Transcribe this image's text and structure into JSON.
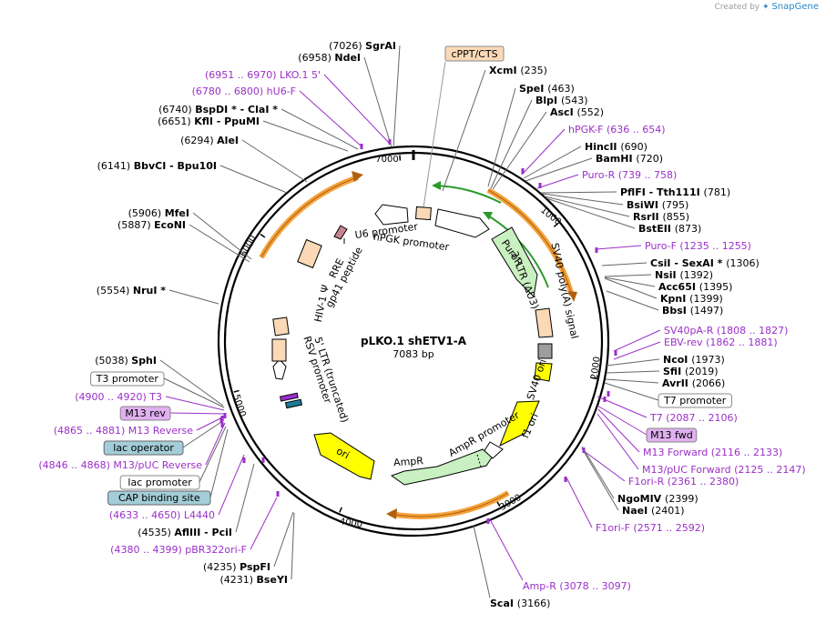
{
  "creator": {
    "prefix": "Created by",
    "brand": "SnapGene"
  },
  "plasmid": {
    "name": "pLKO.1 shETV1-A",
    "size_label": "7083 bp",
    "length": 7083
  },
  "colors": {
    "primer": "#9b2fc9",
    "orange_arrow": "#f4a23a",
    "green_feature": "#c8f0c0",
    "green_arrow": "#2b9a2b",
    "yellow_feature": "#ffff00",
    "peach_feature": "#fbd9b7",
    "gray_feature": "#9e9e9e",
    "pink_feature": "#c58591",
    "white_feature": "#ffffff"
  },
  "ticks": [
    "1000",
    "2000",
    "3000",
    "4000",
    "5000",
    "6000",
    "7000"
  ],
  "right_labels": [
    {
      "kind": "site",
      "pos": "(235)",
      "name": "XcmI"
    },
    {
      "kind": "site",
      "pos": "(463)",
      "name": "SpeI"
    },
    {
      "kind": "site",
      "pos": "(543)",
      "name": "BlpI"
    },
    {
      "kind": "site",
      "pos": "(552)",
      "name": "AscI"
    },
    {
      "kind": "primer",
      "name": "hPGK-F",
      "pos": "(636 .. 654)"
    },
    {
      "kind": "site",
      "pos": "(690)",
      "name": "HincII"
    },
    {
      "kind": "site",
      "pos": "(720)",
      "name": "BamHI"
    },
    {
      "kind": "primer",
      "name": "Puro-R",
      "pos": "(739 .. 758)"
    },
    {
      "kind": "site",
      "pos": "(781)",
      "name": "PflFI  - Tth111I"
    },
    {
      "kind": "site",
      "pos": "(795)",
      "name": "BsiWI"
    },
    {
      "kind": "site",
      "pos": "(855)",
      "name": "RsrII"
    },
    {
      "kind": "site",
      "pos": "(873)",
      "name": "BstEII"
    },
    {
      "kind": "primer",
      "name": "Puro-F",
      "pos": "(1235 .. 1255)"
    },
    {
      "kind": "site",
      "pos": "(1306)",
      "name": "CsiI   - SexAI *"
    },
    {
      "kind": "site",
      "pos": "(1392)",
      "name": "NsiI"
    },
    {
      "kind": "site",
      "pos": "(1395)",
      "name": "Acc65I"
    },
    {
      "kind": "site",
      "pos": "(1399)",
      "name": "KpnI"
    },
    {
      "kind": "site",
      "pos": "(1497)",
      "name": "BbsI"
    },
    {
      "kind": "primer",
      "name": "SV40pA-R",
      "pos": "(1808 .. 1827)"
    },
    {
      "kind": "primer",
      "name": "EBV-rev",
      "pos": "(1862 .. 1881)"
    },
    {
      "kind": "site",
      "pos": "(1973)",
      "name": "NcoI"
    },
    {
      "kind": "site",
      "pos": "(2019)",
      "name": "SfiI"
    },
    {
      "kind": "site",
      "pos": "(2066)",
      "name": "AvrII"
    },
    {
      "kind": "boxed",
      "name": "T7 promoter"
    },
    {
      "kind": "primer",
      "name": "T7",
      "pos": "(2087 .. 2106)"
    },
    {
      "kind": "boxed_primer",
      "name": "M13 fwd"
    },
    {
      "kind": "primer",
      "name": "M13 Forward",
      "pos": "(2116 .. 2133)"
    },
    {
      "kind": "primer",
      "name": "M13/pUC Forward",
      "pos": "(2125 .. 2147)"
    },
    {
      "kind": "primer",
      "name": "F1ori-R",
      "pos": "(2361 .. 2380)"
    },
    {
      "kind": "site",
      "pos": "(2399)",
      "name": "NgoMIV"
    },
    {
      "kind": "site",
      "pos": "(2401)",
      "name": "NaeI"
    },
    {
      "kind": "primer",
      "name": "F1ori-F",
      "pos": "(2571 .. 2592)"
    }
  ],
  "left_labels": [
    {
      "kind": "site",
      "pos": "(7026)",
      "name": "SgrAI"
    },
    {
      "kind": "site",
      "pos": "(6958)",
      "name": "NdeI"
    },
    {
      "kind": "primer",
      "name": "LKO.1 5'",
      "pos": "(6951 .. 6970)"
    },
    {
      "kind": "primer",
      "name": "hU6-F",
      "pos": "(6780 .. 6800)"
    },
    {
      "kind": "site",
      "pos": "(6740)",
      "name": "BspDI *  - ClaI *"
    },
    {
      "kind": "site",
      "pos": "(6651)",
      "name": "KflI   - PpuMI"
    },
    {
      "kind": "site",
      "pos": "(6294)",
      "name": "AleI"
    },
    {
      "kind": "site",
      "pos": "(6141)",
      "name": "BbvCI   - Bpu10I"
    },
    {
      "kind": "site",
      "pos": "(5906)",
      "name": "MfeI"
    },
    {
      "kind": "site",
      "pos": "(5887)",
      "name": "EcoNI"
    },
    {
      "kind": "site",
      "pos": "(5554)",
      "name": "NruI *"
    },
    {
      "kind": "site",
      "pos": "(5038)",
      "name": "SphI"
    },
    {
      "kind": "boxed",
      "name": "T3 promoter"
    },
    {
      "kind": "primer",
      "name": "T3",
      "pos": "(4900 .. 4920)"
    },
    {
      "kind": "boxed_primer",
      "name": "M13 rev"
    },
    {
      "kind": "primer",
      "name": "M13 Reverse",
      "pos": "(4865 .. 4881)"
    },
    {
      "kind": "boxed_blue",
      "name": "lac operator"
    },
    {
      "kind": "primer",
      "name": "M13/pUC Reverse",
      "pos": "(4846 .. 4868)"
    },
    {
      "kind": "boxed",
      "name": "lac promoter"
    },
    {
      "kind": "boxed_blue",
      "name": "CAP binding site"
    },
    {
      "kind": "primer",
      "name": "L4440",
      "pos": "(4633 .. 4650)"
    },
    {
      "kind": "site",
      "pos": "(4535)",
      "name": "AflIII   - PciI"
    },
    {
      "kind": "primer",
      "name": "pBR322ori-F",
      "pos": "(4380 .. 4399)"
    },
    {
      "kind": "site",
      "pos": "(4235)",
      "name": "PspFI"
    },
    {
      "kind": "site",
      "pos": "(4231)",
      "name": "BseYI"
    }
  ],
  "bottom_labels": [
    {
      "kind": "primer",
      "name": "Amp-R",
      "pos": "(3078 .. 3097)"
    },
    {
      "kind": "site",
      "name": "ScaI",
      "pos": "(3166)"
    }
  ],
  "top_feature": {
    "name": "cPPT/CTS"
  },
  "feature_labels": {
    "u6": "U6 promoter",
    "hpgk": "hPGK promoter",
    "puror": "PuroR",
    "ltr3": "3' LTR (ΔU3)",
    "sv40pa": "SV40 poly(A) signal",
    "sv40ori": "SV40 ori",
    "f1ori": "f1 ori",
    "ampr_promoter": "AmpR promoter",
    "ampr": "AmpR",
    "ori": "ori",
    "rsv": "RSV promoter",
    "ltr5": "5' LTR (truncated)",
    "hiv1": "HIV-1 Ψ",
    "rre": "RRE",
    "gp41": "gp41 peptide"
  }
}
